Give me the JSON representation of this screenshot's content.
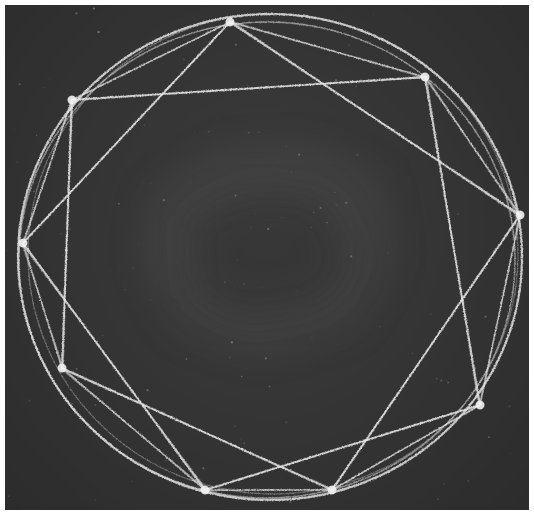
{
  "scene": {
    "subject": "chalk-drawing-on-blackboard",
    "colors": {
      "board": "#353535",
      "smudge": "#4a4a4a",
      "chalk": "#e9e9e9",
      "frame": "#ffffff"
    },
    "vertex_count": 9,
    "star_polygon": "{9/2}"
  }
}
